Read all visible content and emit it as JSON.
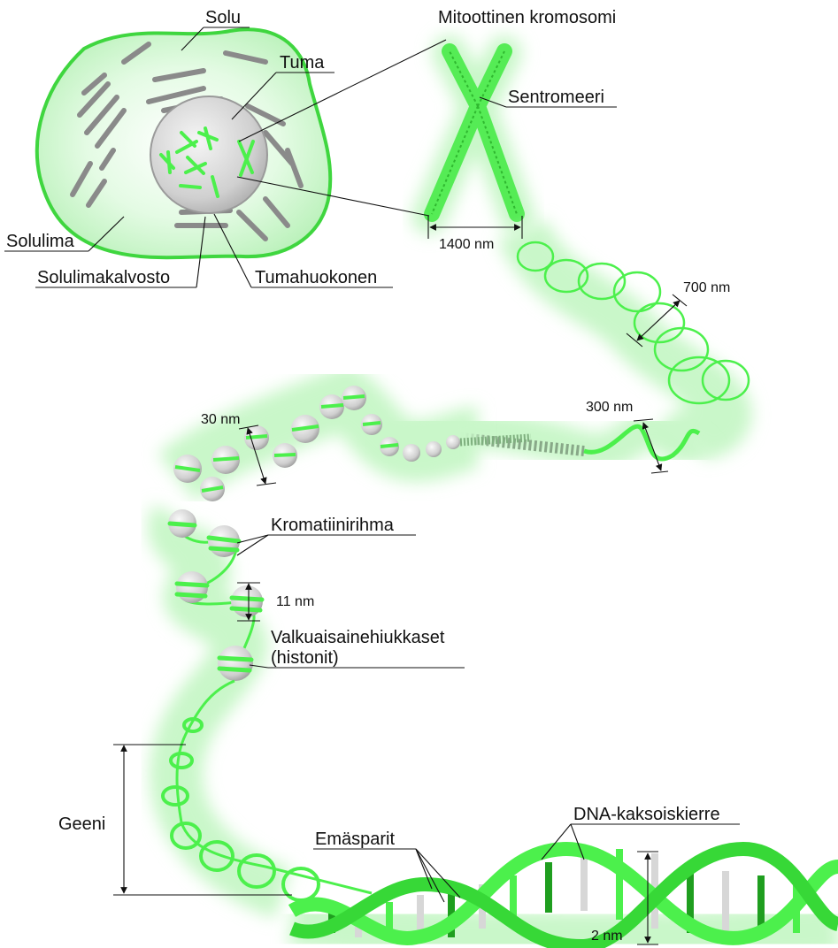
{
  "labels": {
    "solu": "Solu",
    "tuma": "Tuma",
    "solulima": "Solulima",
    "solulimakalvosto": "Solulimakalvosto",
    "tumahuokonen": "Tumahuokonen",
    "mitoottinen_kromosomi": "Mitoottinen kromosomi",
    "sentromeeri": "Sentromeeri",
    "kromatiinirihma": "Kromatiinirihma",
    "valkuaisaine_line1": "Valkuaisainehiukkaset",
    "valkuaisaine_line2": "(histonit)",
    "geeni": "Geeni",
    "emasparit": "Emäsparit",
    "dna_kaksoiskierre": "DNA-kaksoiskierre"
  },
  "measurements": {
    "m1400": "1400 nm",
    "m700": "700 nm",
    "m300": "300 nm",
    "m30": "30 nm",
    "m11": "11 nm",
    "m2": "2 nm"
  },
  "colors": {
    "dna_green": "#4cf04c",
    "dark_green": "#1f9e1f",
    "glow_green": "#c9f7c9",
    "organelle_gray": "#8a8a8a",
    "nucleus_gray": "#d6d6d6"
  }
}
